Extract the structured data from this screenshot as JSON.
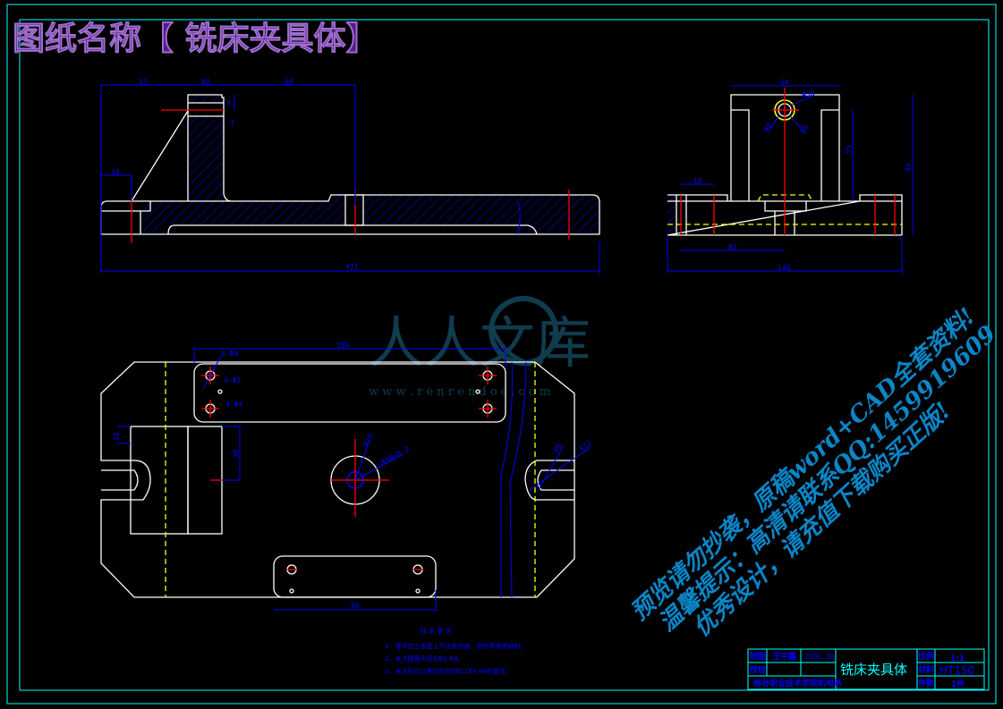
{
  "header": {
    "title": "图纸名称【 铣床夹具体】"
  },
  "front_view": {
    "dims": [
      "53",
      "80",
      "60",
      "3",
      "1",
      "18",
      "411"
    ]
  },
  "side_view": {
    "dims": [
      "64",
      "84",
      "55",
      "19",
      "62",
      "140",
      "Φ30",
      "Φ8",
      "R8"
    ]
  },
  "plan_view": {
    "dims": [
      "186",
      "6-Φ6",
      "4-Φ2",
      "4-Φ4",
      "10",
      "36",
      "Φ10",
      "Φ30±0.2",
      "R6",
      "R12",
      "96"
    ]
  },
  "tech_req": {
    "title": "技 术 要 求",
    "items": [
      "1、零件加工表面上不应有划痕、擦伤等表面缺陷。",
      "2、未注圆角半径为R2-R8。",
      "3、未注形位公差应符合GB1184-80的要求。"
    ]
  },
  "watermark": {
    "logo": "人人文库",
    "url": "w w w . r e n r e n d o c . c o m",
    "lines": [
      "预览请勿抄袭，原稿word+CAD全套资料!",
      "温馨提示：高清请联系QQ:1459919609",
      "优秀设计，请充值下载购买正版!"
    ]
  },
  "title_block": {
    "drawn_label": "制图",
    "drawn_by": "王中鑫",
    "date": "2006.06",
    "checked_label": "校核",
    "school": "邢台职业技术学院机电系",
    "part_name": "铣床夹具体",
    "scale_label": "比例",
    "scale": "1:1",
    "material_label": "材料",
    "material": "HT150",
    "qty_label": "件数",
    "qty": "1件"
  },
  "colors": {
    "frame": "#00ffff",
    "dim": "#0000ff",
    "center": "#ff0000",
    "hidden": "#ffff00",
    "title": "#5a1a8a"
  }
}
